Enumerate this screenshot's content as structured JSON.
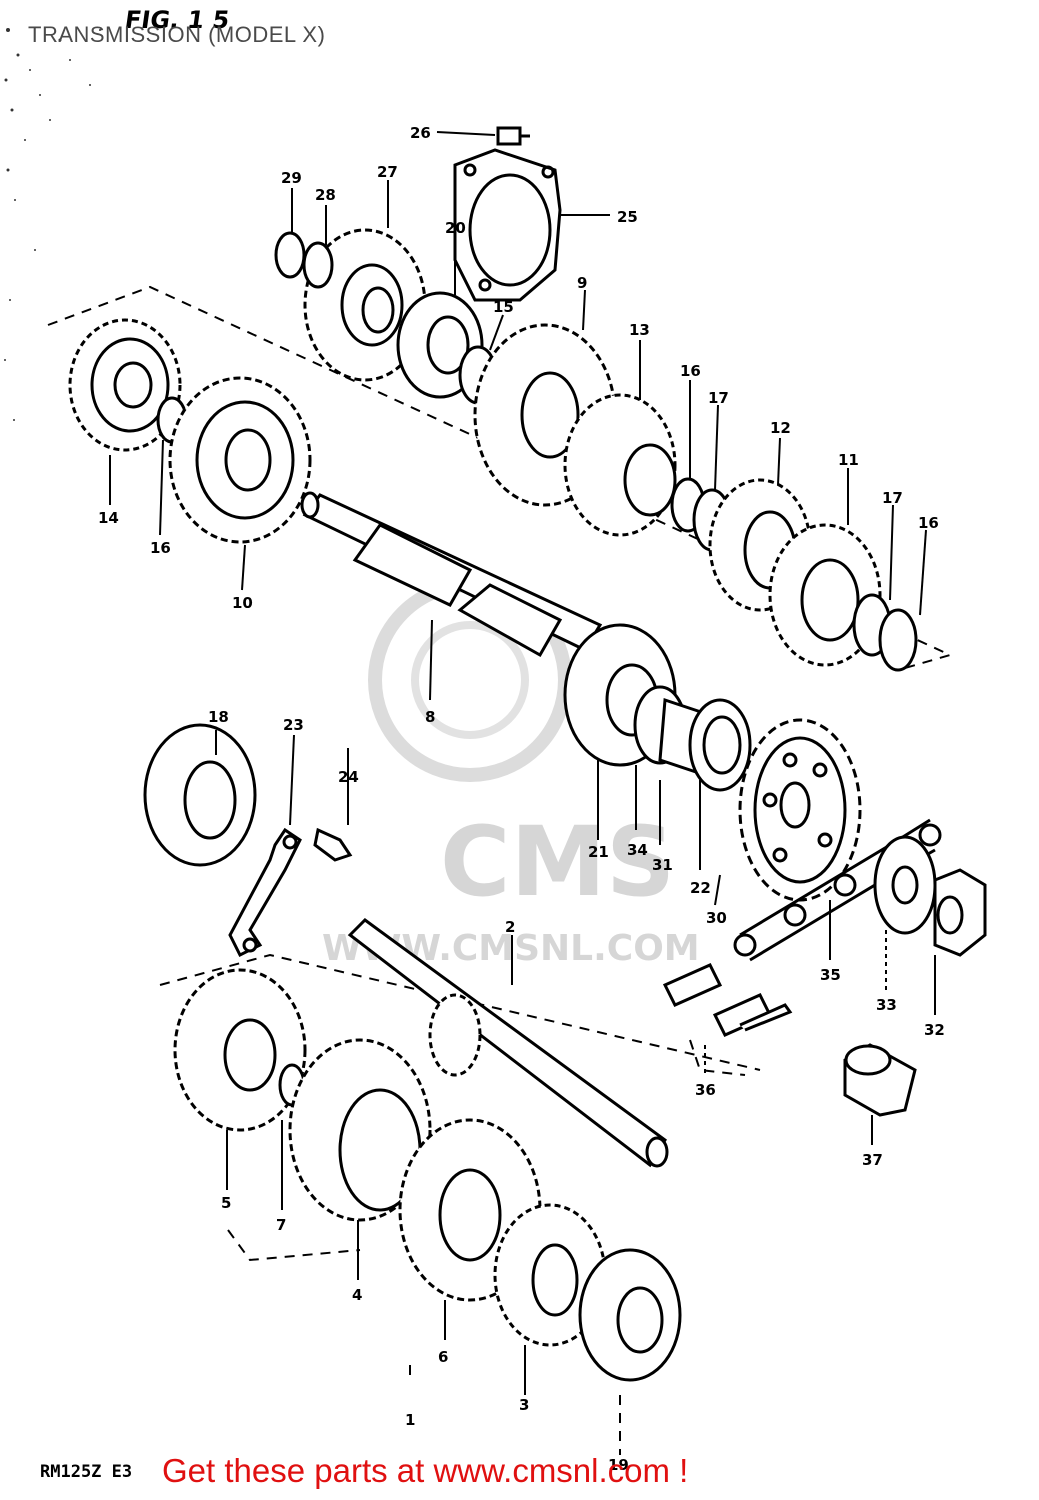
{
  "header": {
    "title": "TRANSMISSION (MODEL X)",
    "figure_label": "FIG. 1 5"
  },
  "watermark": {
    "brand": "CMS",
    "url": "WWW.CMSNL.COM"
  },
  "callouts": [
    "1",
    "2",
    "3",
    "4",
    "5",
    "6",
    "7",
    "8",
    "9",
    "10",
    "11",
    "12",
    "13",
    "14",
    "15",
    "16",
    "17",
    "18",
    "19",
    "20",
    "21",
    "22",
    "23",
    "24",
    "25",
    "26",
    "27",
    "28",
    "29",
    "30",
    "31",
    "32",
    "33",
    "34",
    "35",
    "36",
    "37"
  ],
  "footer": {
    "model_code": "RM125Z E3",
    "promo_text": "Get these parts at www.cmsnl.com !",
    "promo_color": "#e01010"
  }
}
